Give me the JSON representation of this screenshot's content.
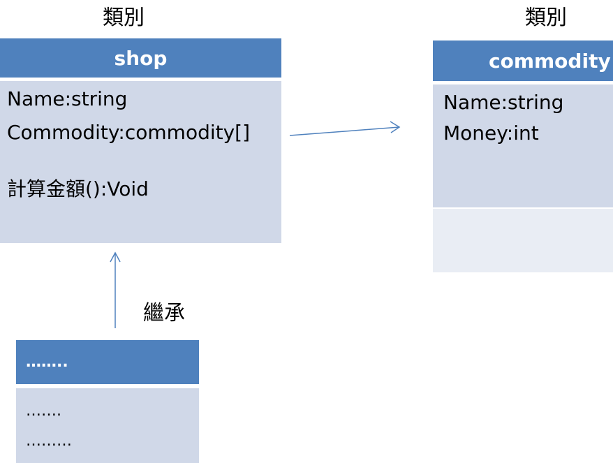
{
  "labels": {
    "class_left": "類別",
    "class_right": "類別",
    "inheritance": "繼承"
  },
  "shop": {
    "name": "shop",
    "attributes": [
      "Name:string",
      "Commodity:commodity[]"
    ],
    "methods": [
      "計算金額():Void"
    ]
  },
  "commodity": {
    "name": "commodity",
    "attributes": [
      "Name:string",
      "Money:int"
    ],
    "methods": []
  },
  "subclass": {
    "name": "……..",
    "lines": [
      "…….",
      "………"
    ]
  },
  "colors": {
    "header": "#4f81bd",
    "body": "#d0d8e8",
    "body_light": "#e9edf4",
    "arrow": "#4f81bd"
  }
}
